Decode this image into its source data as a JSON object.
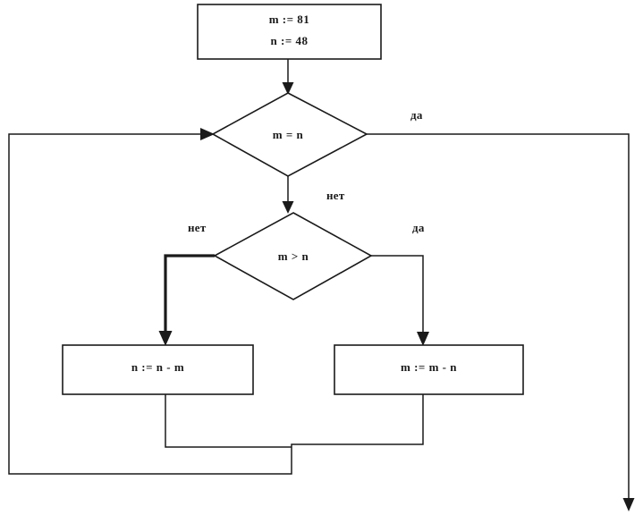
{
  "diagram": {
    "title": "Euclid algorithm flowchart (subtraction method)",
    "type": "flowchart",
    "background_color": "#ffffff",
    "line_color": "#1a1a1a",
    "text_color": "#1a1a1a",
    "nodes": [
      {
        "id": "init",
        "shape": "process",
        "lines": [
          "m := 81",
          "n := 48"
        ],
        "line1": "m := 81",
        "line2": "n := 48"
      },
      {
        "id": "decision_equal",
        "shape": "decision",
        "text": "m = n"
      },
      {
        "id": "decision_greater",
        "shape": "decision",
        "text": "m > n"
      },
      {
        "id": "assign_n",
        "shape": "process",
        "text": "n := n - m"
      },
      {
        "id": "assign_m",
        "shape": "process",
        "text": "m := m - n"
      }
    ],
    "edge_labels": {
      "equal_yes": "да",
      "equal_no": "нет",
      "greater_no": "нет",
      "greater_yes": "да"
    }
  }
}
